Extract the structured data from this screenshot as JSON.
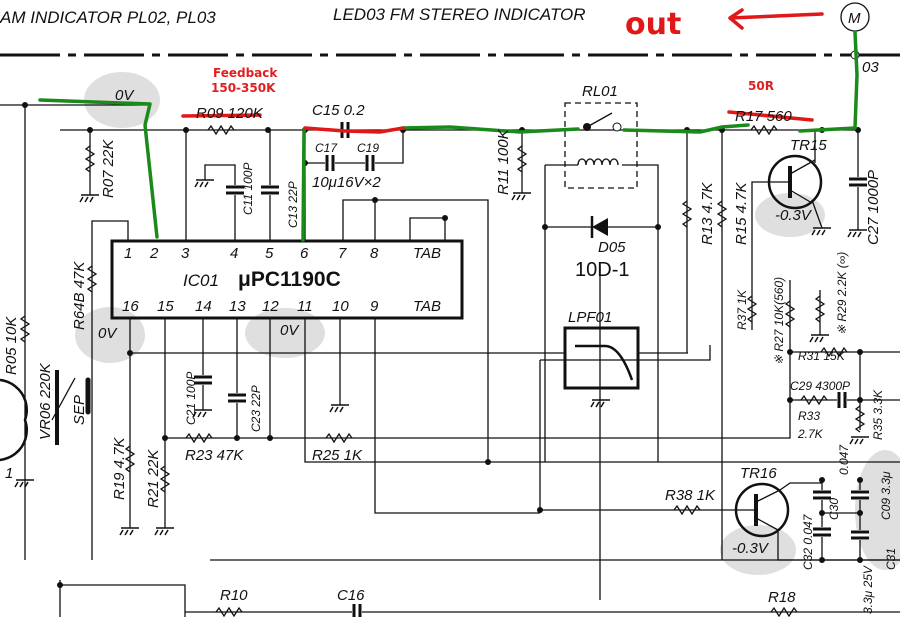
{
  "header": {
    "am_indicator": "AM INDICATOR PL02, PL03",
    "fm_indicator": "LED03 FM STEREO INDICATOR"
  },
  "annotations": {
    "out": "out",
    "feedback_line1": "Feedback",
    "feedback_line2": "150-350K",
    "r17_replacement": "50R",
    "meter": "M",
    "connector_03": "03"
  },
  "ic": {
    "name": "IC01",
    "part": "μPC1190C",
    "top_pins": [
      "1",
      "2",
      "3",
      "4",
      "5",
      "6",
      "7",
      "8",
      "TAB"
    ],
    "bottom_pins": [
      "16",
      "15",
      "14",
      "13",
      "12",
      "11",
      "10",
      "9",
      "TAB"
    ]
  },
  "components": {
    "r09": "R09 120K",
    "c15": "C15 0.2",
    "r07": "R07 22K",
    "c11": "C11 100P",
    "c13": "C13 22P",
    "c17": "C17",
    "c19": "C19",
    "c17_c19_rating": "10μ16V×2",
    "rl01": "RL01",
    "r11": "R11 100K",
    "d05": "D05",
    "d05_part": "10D-1",
    "r13": "R13 4.7K",
    "r15": "R15 4.7K",
    "r17": "R17 560",
    "tr15": "TR15",
    "tr15_v": "-0.3V",
    "c27": "C27 1000P",
    "lpf01": "LPF01",
    "r37": "R37 1K",
    "r27": "※ R27 10K(560)",
    "r29": "※ R29 2.2K (∞)",
    "r31": "R31 15K",
    "c29": "C29 4300P",
    "r33": "R33",
    "r33_val": "2.7K",
    "r35": "R35 3.3K",
    "r38": "R38 1K",
    "tr16": "TR16",
    "tr16_v": "-0.3V",
    "c30": "C30",
    "c30_val": "0.047",
    "c32": "C32 0.047",
    "c09": "C09 3.3μ",
    "c31": "C31",
    "c31_val": "3.3μ 25V",
    "r05": "R05 10K",
    "vr06": "VR06 220K",
    "sep": "SEP",
    "r64b": "R64B 47K",
    "r19": "R19 4.7K",
    "r21": "R21 22K",
    "r23": "R23 47K",
    "r25": "R25 1K",
    "c21": "C21 100P",
    "c23": "C23 22P",
    "r10": "R10",
    "c16": "C16",
    "r18": "R18",
    "lamp_pin": "1",
    "zero_v": "0V"
  }
}
